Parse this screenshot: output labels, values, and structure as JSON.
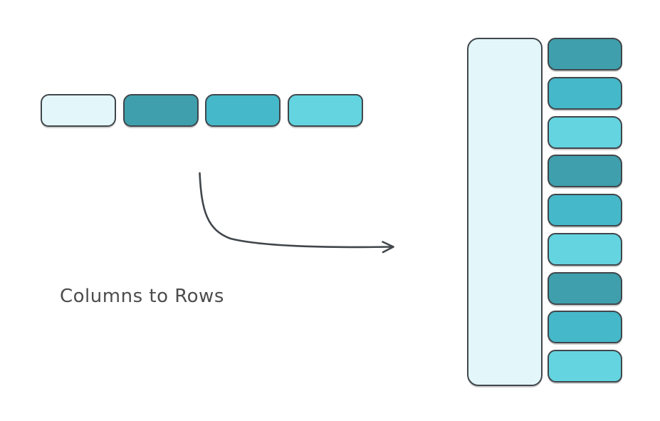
{
  "label": {
    "text": "Columns to Rows"
  },
  "colors": {
    "background": "#ffffff",
    "stroke": "#40464b",
    "text": "#4d4d4d",
    "lightest": "#e3f7fa",
    "dark": "#3f9fac",
    "medium": "#45b8c9",
    "light": "#63d4e0"
  },
  "diagram": {
    "source_row": {
      "cells": [
        {
          "id": "source-cell-lightest",
          "color": "lightest"
        },
        {
          "id": "source-cell-dark",
          "color": "dark"
        },
        {
          "id": "source-cell-medium",
          "color": "medium"
        },
        {
          "id": "source-cell-light",
          "color": "light"
        }
      ]
    },
    "result": {
      "tall_cell": {
        "id": "result-tall-cell",
        "color": "lightest"
      },
      "cells": [
        {
          "id": "result-cell-1",
          "color": "dark"
        },
        {
          "id": "result-cell-2",
          "color": "medium"
        },
        {
          "id": "result-cell-3",
          "color": "light"
        },
        {
          "id": "result-cell-4",
          "color": "dark"
        },
        {
          "id": "result-cell-5",
          "color": "medium"
        },
        {
          "id": "result-cell-6",
          "color": "light"
        },
        {
          "id": "result-cell-7",
          "color": "dark"
        },
        {
          "id": "result-cell-8",
          "color": "medium"
        },
        {
          "id": "result-cell-9",
          "color": "light"
        }
      ]
    }
  }
}
